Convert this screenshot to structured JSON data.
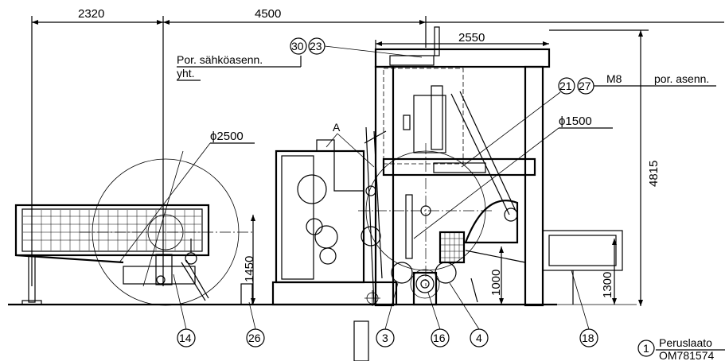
{
  "dimensions": {
    "d2320": "2320",
    "d4500": "4500",
    "d2550": "2550",
    "d4815": "4815",
    "d1450": "1450",
    "d1000": "1000",
    "d1300": "1300",
    "phi2500": "ϕ2500",
    "phi1500": "ϕ1500"
  },
  "notes": {
    "electrical_1": "Por. sähköasenn.",
    "electrical_2": "yht.",
    "m8": "M8",
    "drilling": "por. asenn.",
    "section_a": "A",
    "foundation_label": "Peruslaato",
    "foundation_code": "OM781574"
  },
  "balloons": {
    "b30": "30",
    "b23": "23",
    "b21": "21",
    "b27": "27",
    "b14": "14",
    "b26": "26",
    "b3": "3",
    "b16": "16",
    "b4": "4",
    "b18": "18",
    "b1": "1"
  }
}
